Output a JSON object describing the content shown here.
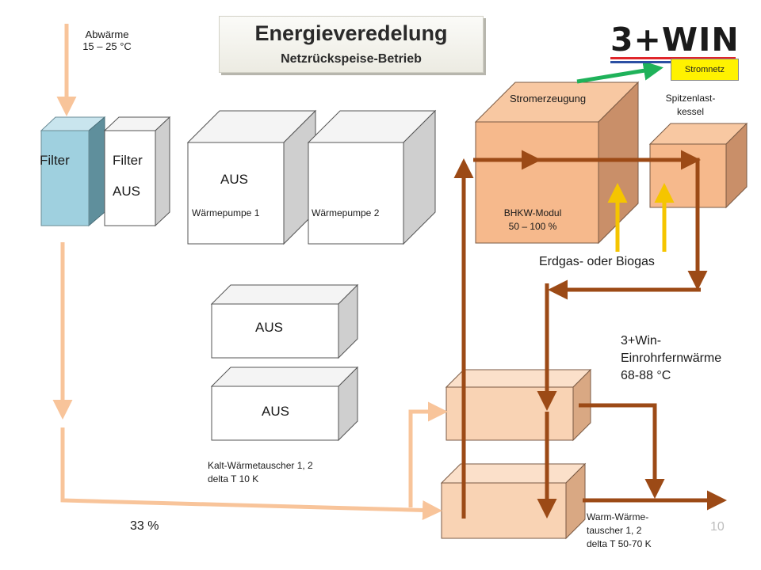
{
  "title": {
    "main": "Energieveredelung",
    "sub": "Netzrückspeise-Betrieb"
  },
  "logo": {
    "text": "3+WIN",
    "stripe_colors": [
      "#e0262b",
      "#2b4fa3"
    ]
  },
  "grid_label": "Stromnetz",
  "waste_heat": {
    "line1": "Abwärme",
    "line2": "15 – 25 °C"
  },
  "filters": {
    "active": "Filter",
    "inactive_line1": "Filter",
    "inactive_line2": "AUS"
  },
  "heat_pumps": {
    "status": "AUS",
    "pump1": "Wärmepumpe 1",
    "pump2": "Wärmepumpe 2"
  },
  "cold_exchangers": {
    "upper_status": "AUS",
    "lower_status": "AUS",
    "caption1": "Kalt-Wärmetauscher 1, 2",
    "caption2": "delta T 10 K"
  },
  "chp": {
    "heading": "Stromerzeugung",
    "module": "BHKW-Modul",
    "range": "50 – 100 %"
  },
  "peak_boiler": {
    "line1": "Spitzenlast-",
    "line2": "kessel"
  },
  "fuel": "Erdgas- oder Biogas",
  "district_heat": {
    "line1": "3+Win-",
    "line2": "Einrohrfernwärme",
    "line3": "68-88 °C"
  },
  "warm_exchangers": {
    "line1": "Warm-Wärme-",
    "line2": "tauscher 1, 2",
    "line3": "delta T  50-70 K"
  },
  "share": "33 %",
  "page_number": "10",
  "colors": {
    "flow_cold": "#f8c49a",
    "flow_hot": "#9c4a16",
    "gas": "#f5c500",
    "power": "#1fb25a",
    "filter": "#9fd0df",
    "chp_body": "#f6b98c",
    "exchanger_body": "#f9d3b4",
    "inactive_body": "#ffffff"
  }
}
